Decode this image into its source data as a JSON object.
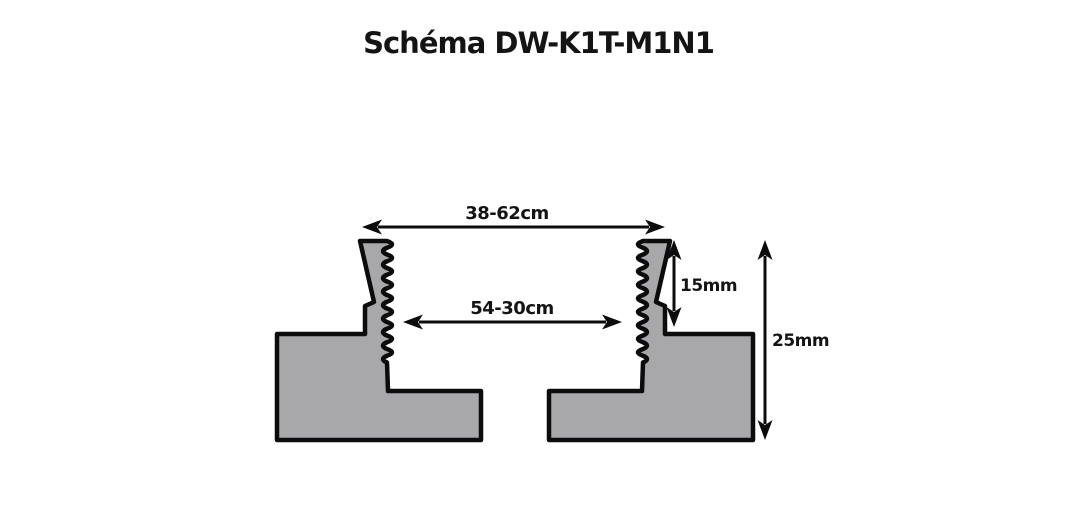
{
  "title": "Schéma DW-K1T-M1N1",
  "diagram": {
    "type": "technical-schematic",
    "subject": "two mirrored clamp bracket profiles with threaded posts",
    "dimensions": {
      "top_span": "38-62cm",
      "inner_span": "54-30cm",
      "upper_height": "15mm",
      "total_height": "25mm"
    },
    "colors": {
      "bracket_fill": "#a8a8ab",
      "outline": "#0c0c0c",
      "background": "#ffffff",
      "text": "#141414"
    }
  }
}
